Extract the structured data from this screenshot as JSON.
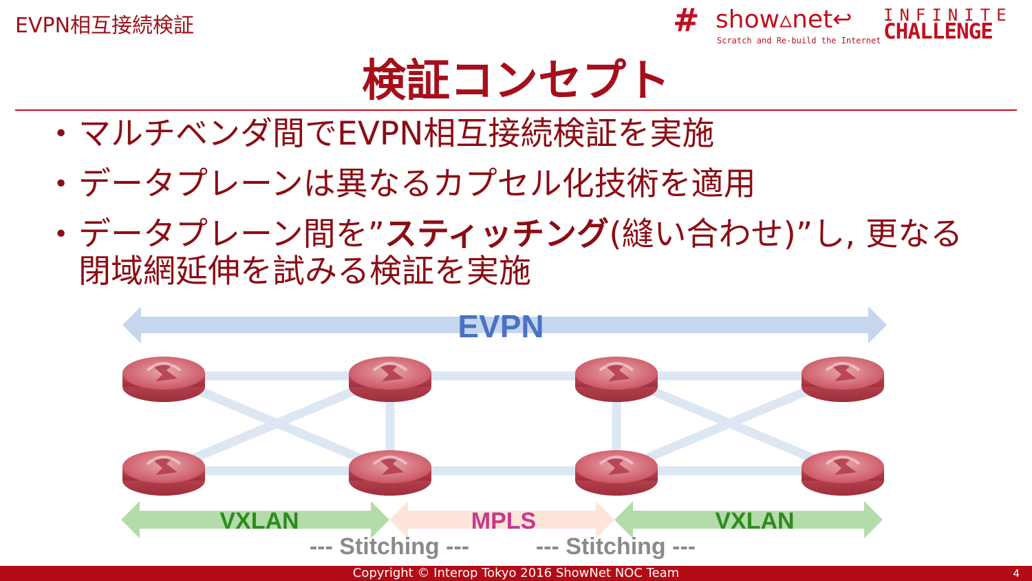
{
  "header": {
    "corner_title": "EVPN相互接続検証",
    "logo_hash": "#",
    "logo_brand": "show▵net",
    "logo_arrow": "↩",
    "logo_tagline": "Scratch and Re-build the Internet",
    "logo_infinite": "INFINITE",
    "logo_challenge": "CHALLENGE"
  },
  "slide": {
    "title": "検証コンセプト",
    "bullets": [
      {
        "text": "マルチベンダ間でEVPN相互接続検証を実施"
      },
      {
        "text": "データプレーンは異なるカプセル化技術を適用"
      },
      {
        "pre": "データプレーン間を”",
        "bold": "スティッチング",
        "post": "(縫い合わせ)”し, 更なる閉域網延伸を試みる検証を実施"
      }
    ]
  },
  "diagram": {
    "evpn_label": "EVPN",
    "segments": [
      {
        "label": "VXLAN",
        "color": "#2e8b1e",
        "fill": "#b3dcaa"
      },
      {
        "label": "MPLS",
        "color": "#c6398a",
        "fill": "#fde5da"
      },
      {
        "label": "VXLAN",
        "color": "#2e8b1e",
        "fill": "#b3dcaa"
      }
    ],
    "stitching": [
      "--- Stitching ---",
      "--- Stitching ---"
    ],
    "router_icon": "router-icon"
  },
  "footer": {
    "copyright": "Copyright © Interop Tokyo 2016 ShowNet NOC Team",
    "page_number": "4"
  },
  "colors": {
    "accent": "#c0101e",
    "evpn": "#4a72c4",
    "evpn_fill": "#c6d6ee",
    "link": "#dce6f2",
    "router": "#d4646f"
  }
}
